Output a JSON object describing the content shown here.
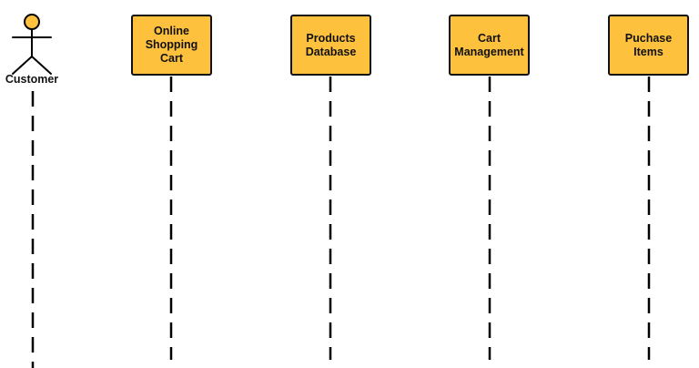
{
  "diagram": {
    "type": "sequence",
    "actor": {
      "label": "Customer",
      "icon": "stick-figure-icon"
    },
    "lifelines": [
      {
        "label": "Online\nShopping\nCart"
      },
      {
        "label": "Products\nDatabase"
      },
      {
        "label": "Cart\nManagement"
      },
      {
        "label": "Puchase\nItems"
      }
    ],
    "colors": {
      "box_fill": "#fec13d",
      "stroke": "#111111",
      "background": "#ffffff"
    }
  }
}
